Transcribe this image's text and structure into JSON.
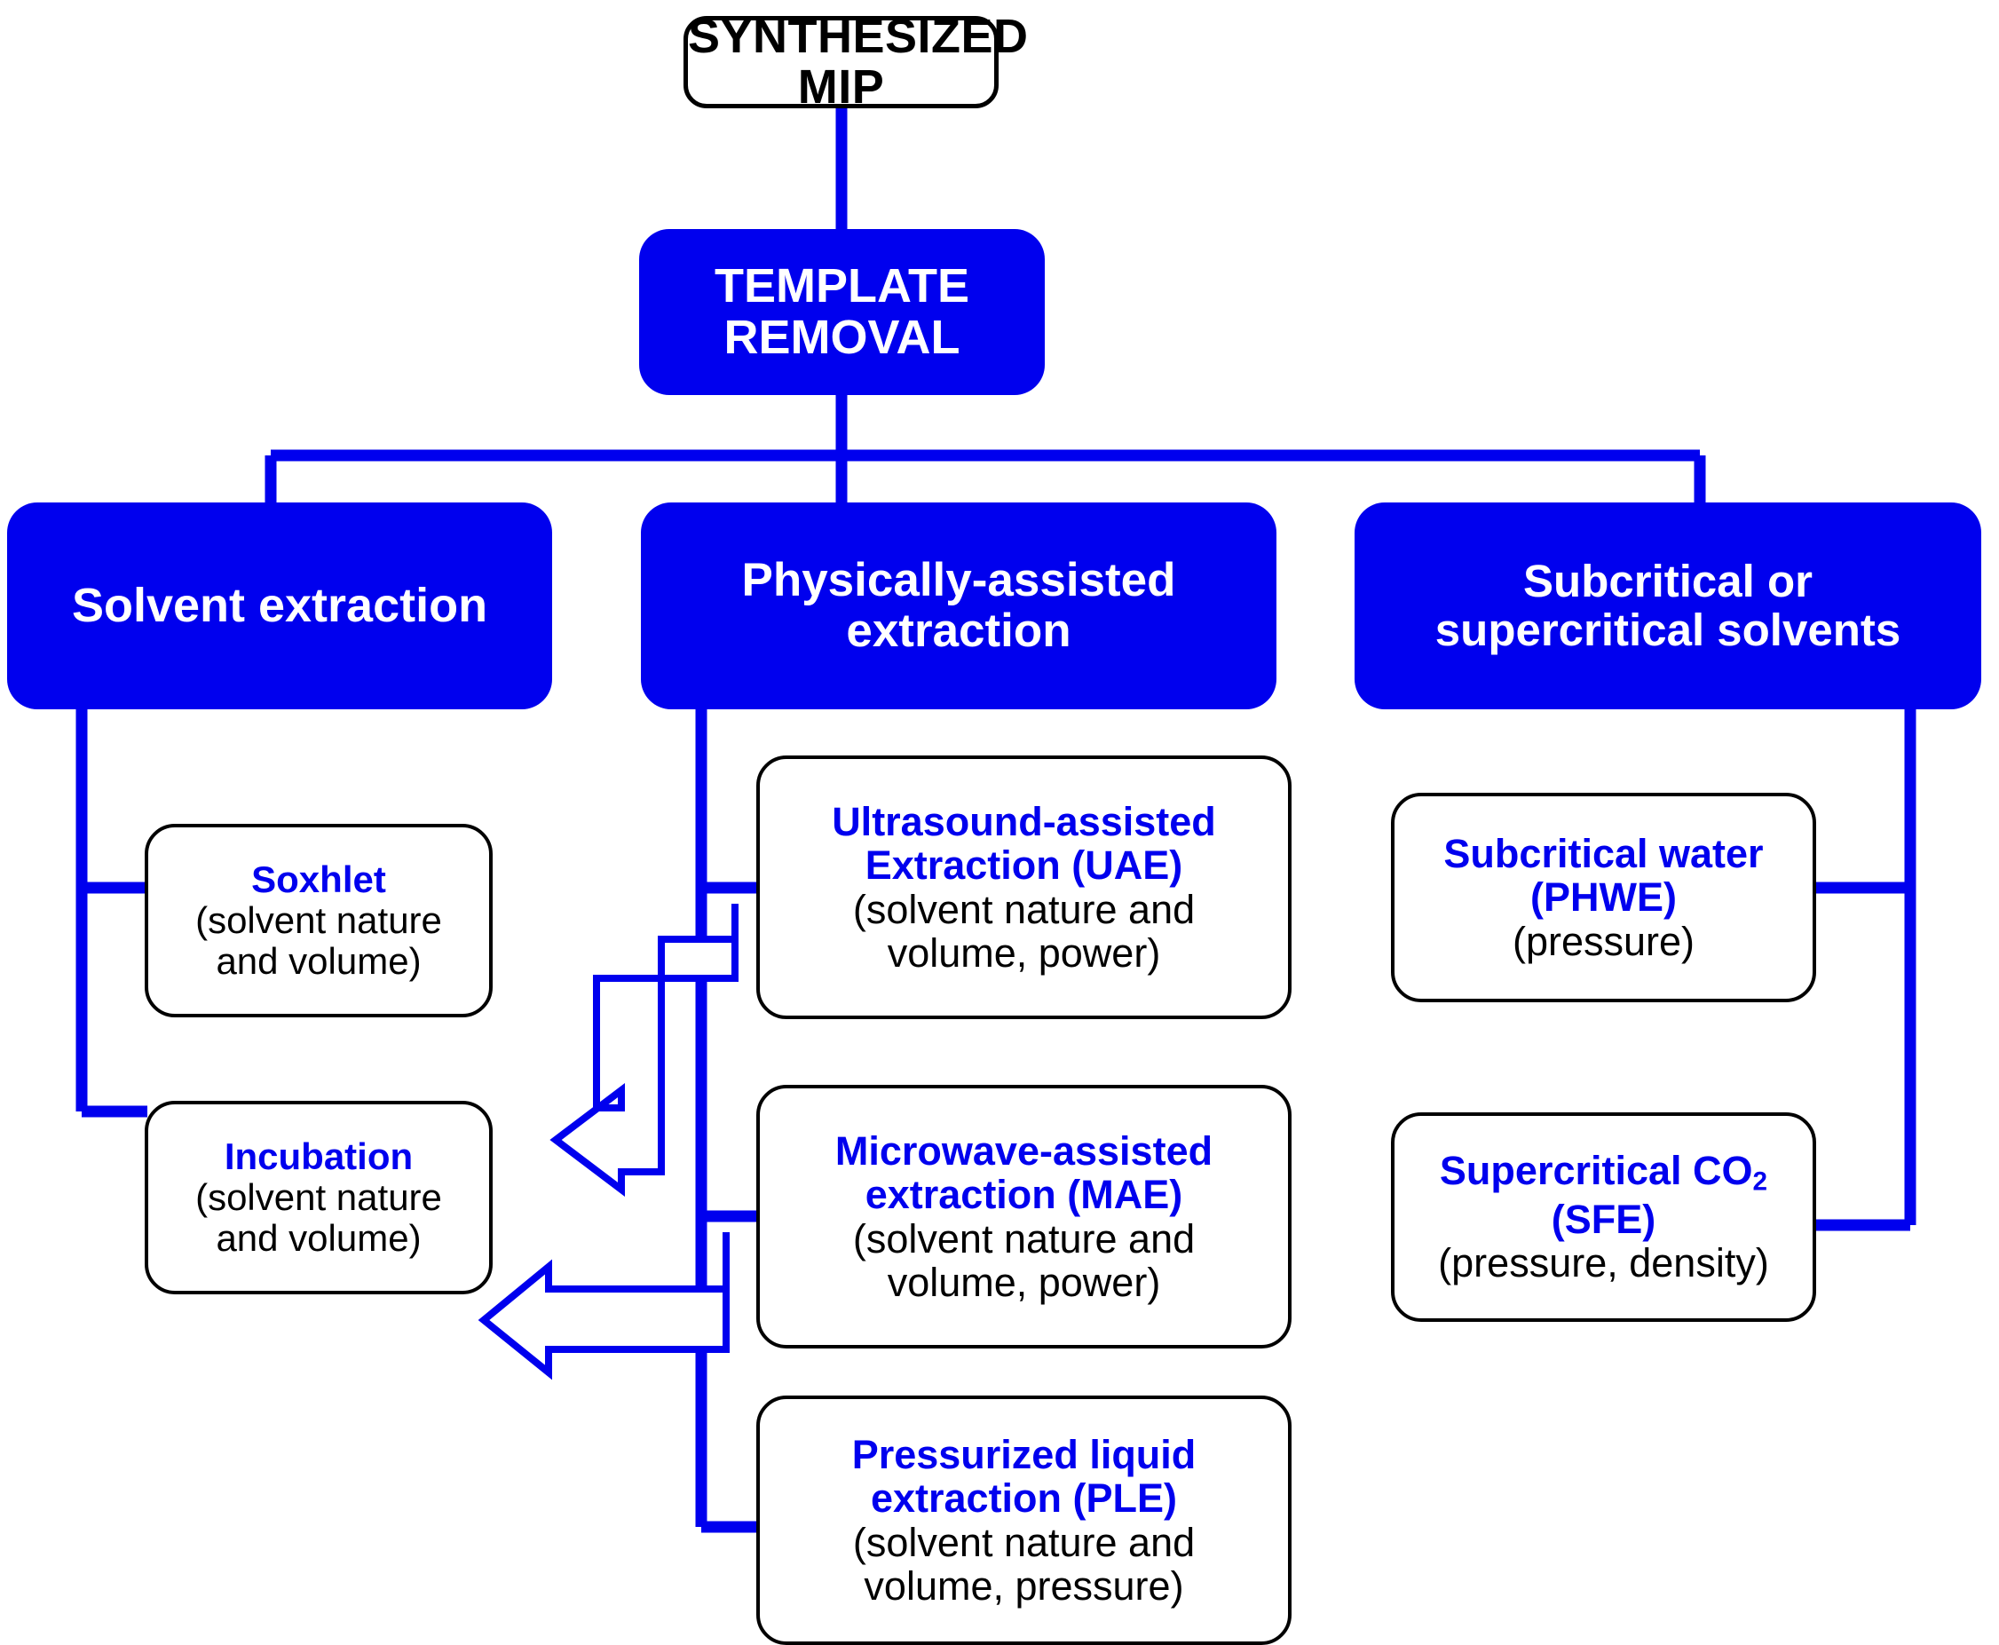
{
  "diagram": {
    "title": "Template removal strategies for synthesized MIP",
    "colors": {
      "blue": "#0000EE",
      "black": "#000000",
      "white": "#FFFFFF"
    },
    "root": {
      "label": "SYNTHESIZED MIP"
    },
    "stage": {
      "label": "TEMPLATE REMOVAL"
    },
    "branches": [
      {
        "id": "solvent-extraction",
        "label": "Solvent extraction"
      },
      {
        "id": "physically-assisted-extraction",
        "label_line1": "Physically-assisted",
        "label_line2": "extraction"
      },
      {
        "id": "subcritical-supercritical-solvents",
        "label_line1": "Subcritical or",
        "label_line2": "supercritical  solvents"
      }
    ],
    "leaves": [
      {
        "id": "soxhlet",
        "title": "Soxhlet",
        "sub_line1": "(solvent nature",
        "sub_line2": "and volume)"
      },
      {
        "id": "incubation",
        "title": "Incubation",
        "sub_line1": "(solvent nature",
        "sub_line2": "and volume)"
      },
      {
        "id": "uae",
        "title_line1": "Ultrasound-assisted",
        "title_line2": "Extraction (UAE)",
        "sub_line1": "(solvent nature and",
        "sub_line2": "volume, power)"
      },
      {
        "id": "mae",
        "title_line1": "Microwave-assisted",
        "title_line2": "extraction (MAE)",
        "sub_line1": "(solvent nature and",
        "sub_line2": "volume, power)"
      },
      {
        "id": "ple",
        "title_line1": "Pressurized liquid",
        "title_line2": "extraction (PLE)",
        "sub_line1": "(solvent nature and",
        "sub_line2": "volume, pressure)"
      },
      {
        "id": "phwe",
        "title_line1": "Subcritical water",
        "title_line2": "(PHWE)",
        "sub_line1": "(pressure)"
      },
      {
        "id": "sfe",
        "title_line1_pre": "Supercritical CO",
        "title_line1_sub": "2",
        "title_line2": "(SFE)",
        "sub_line1": "(pressure, density)"
      }
    ],
    "arrows": [
      {
        "id": "uae-to-incubation",
        "from": "uae",
        "to": "incubation",
        "style": "elbow-block-arrow"
      },
      {
        "id": "mae-to-incubation",
        "from": "mae",
        "to": "incubation",
        "style": "straight-block-arrow"
      }
    ]
  }
}
